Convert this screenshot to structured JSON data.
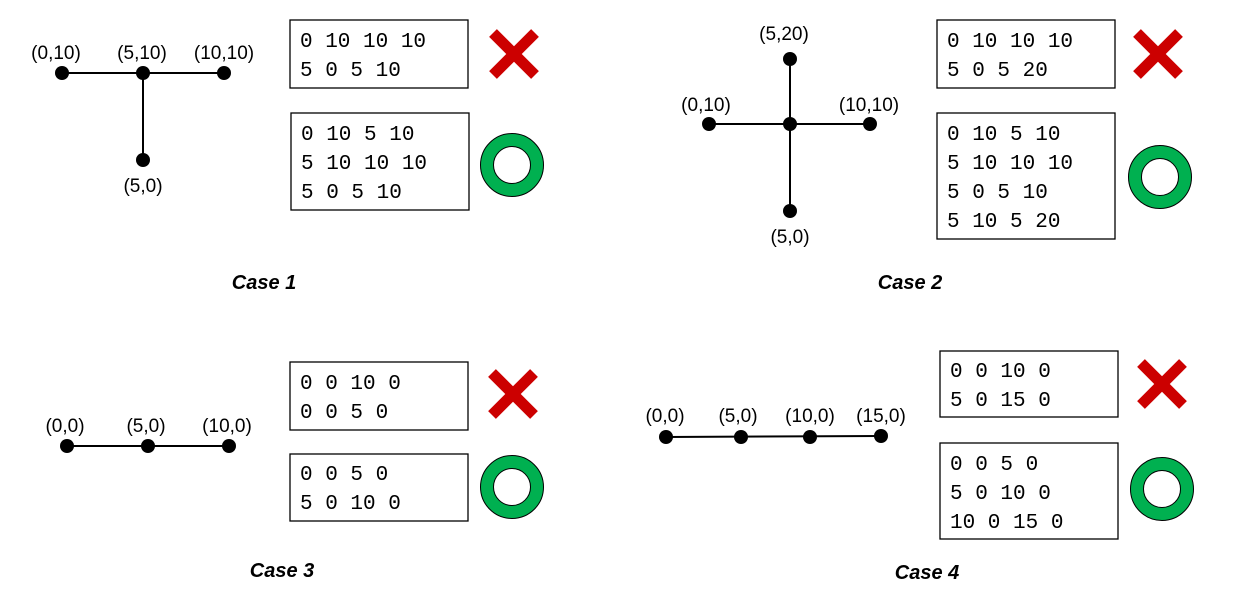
{
  "colors": {
    "cross": "#cc0000",
    "ring": "#00b050",
    "line": "#000000"
  },
  "cases": [
    {
      "title": "Case 1",
      "points": [
        "(0,10)",
        "(5,10)",
        "(10,10)",
        "(5,0)"
      ],
      "wrong": [
        "0 10 10 10",
        "5 0 5 10"
      ],
      "right": [
        "0 10 5 10",
        "5 10 10 10",
        "5 0 5 10"
      ]
    },
    {
      "title": "Case 2",
      "points": [
        "(5,20)",
        "(0,10)",
        "(10,10)",
        "(5,0)"
      ],
      "wrong": [
        "0 10 10 10",
        "5 0 5 20"
      ],
      "right": [
        "0 10 5 10",
        "5 10 10 10",
        "5 0 5 10",
        "5 10 5 20"
      ]
    },
    {
      "title": "Case 3",
      "points": [
        "(0,0)",
        "(5,0)",
        "(10,0)"
      ],
      "wrong": [
        "0 0 10 0",
        "0 0 5 0"
      ],
      "right": [
        "0 0 5 0",
        "5 0 10 0"
      ]
    },
    {
      "title": "Case 4",
      "points": [
        "(0,0)",
        "(5,0)",
        "(10,0)",
        "(15,0)"
      ],
      "wrong": [
        "0 0 10 0",
        "5 0 15 0"
      ],
      "right": [
        "0 0 5 0",
        "5 0 10 0",
        "10 0 15 0"
      ]
    }
  ]
}
